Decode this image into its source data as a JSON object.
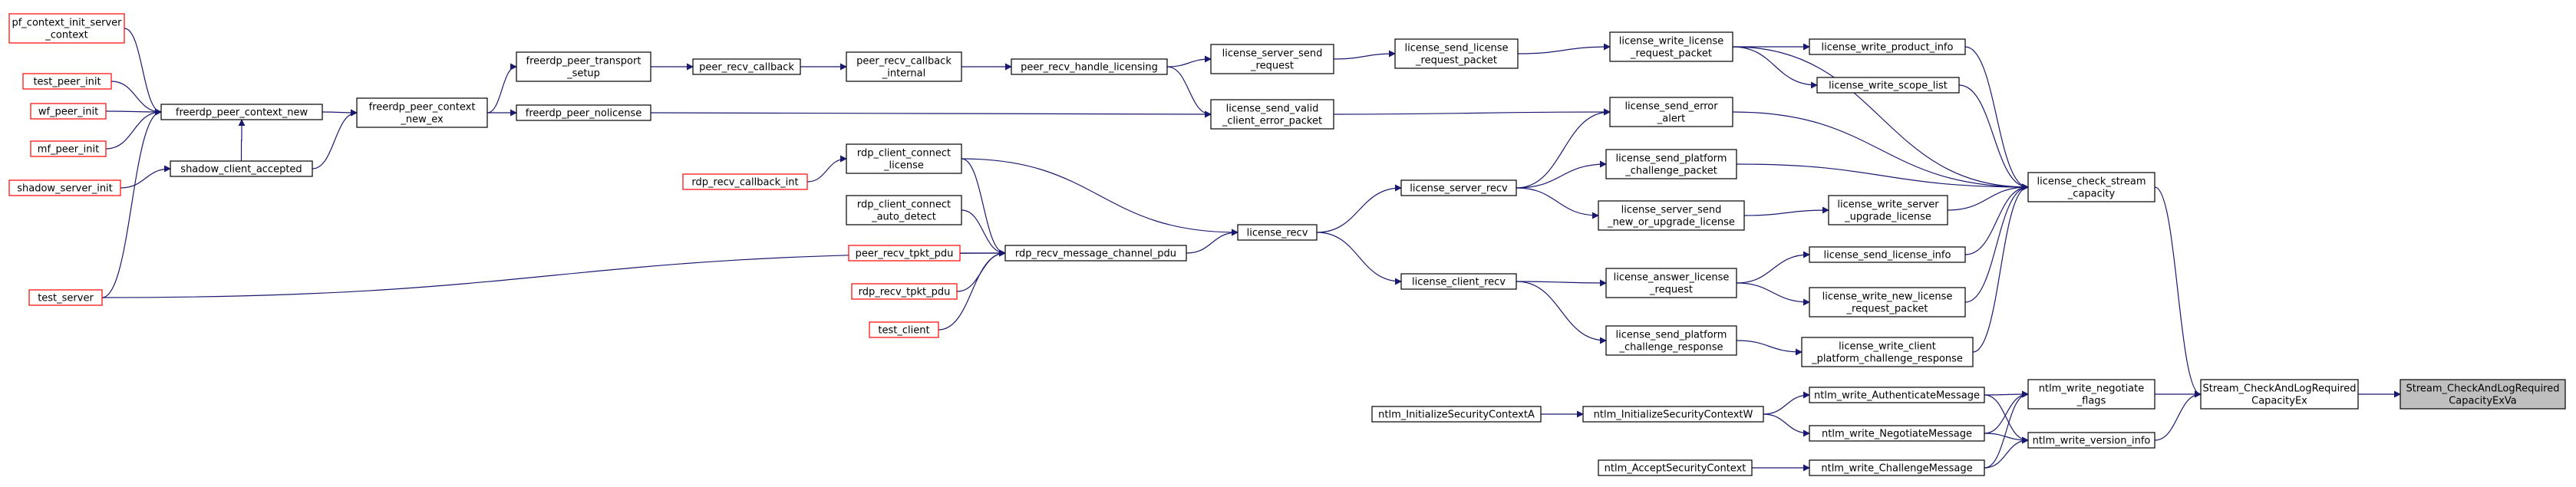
{
  "colors": {
    "edge": "#191970",
    "external_border": "#ff0000",
    "highlight_fill": "#bfbfbf"
  },
  "nodes": {
    "pf_ctx": {
      "lines": [
        "pf_context_init_server",
        "_context"
      ]
    },
    "test_peer_init": {
      "lines": [
        "test_peer_init"
      ]
    },
    "wf_peer_init": {
      "lines": [
        "wf_peer_init"
      ]
    },
    "mf_peer_init": {
      "lines": [
        "mf_peer_init"
      ]
    },
    "shadow_server_init": {
      "lines": [
        "shadow_server_init"
      ]
    },
    "test_server": {
      "lines": [
        "test_server"
      ]
    },
    "peer_ctx_new": {
      "lines": [
        "freerdp_peer_context_new"
      ]
    },
    "shadow_client_accepted": {
      "lines": [
        "shadow_client_accepted"
      ]
    },
    "peer_ctx_new_ex": {
      "lines": [
        "freerdp_peer_context",
        "_new_ex"
      ]
    },
    "peer_transport_setup": {
      "lines": [
        "freerdp_peer_transport",
        "_setup"
      ]
    },
    "peer_nolicense": {
      "lines": [
        "freerdp_peer_nolicense"
      ]
    },
    "peer_recv_callback": {
      "lines": [
        "peer_recv_callback"
      ]
    },
    "peer_recv_callback_internal": {
      "lines": [
        "peer_recv_callback",
        "_internal"
      ]
    },
    "peer_recv_handle_licensing": {
      "lines": [
        "peer_recv_handle_licensing"
      ]
    },
    "rdp_recv_callback_int": {
      "lines": [
        "rdp_recv_callback_int"
      ]
    },
    "rdp_client_connect_license": {
      "lines": [
        "rdp_client_connect",
        "_license"
      ]
    },
    "rdp_client_connect_auto_detect": {
      "lines": [
        "rdp_client_connect",
        "_auto_detect"
      ]
    },
    "peer_recv_tpkt_pdu": {
      "lines": [
        "peer_recv_tpkt_pdu"
      ]
    },
    "rdp_recv_tpkt_pdu": {
      "lines": [
        "rdp_recv_tpkt_pdu"
      ]
    },
    "test_client": {
      "lines": [
        "test_client"
      ]
    },
    "rdp_recv_message_channel_pdu": {
      "lines": [
        "rdp_recv_message_channel_pdu"
      ]
    },
    "license_server_send_request": {
      "lines": [
        "license_server_send",
        "_request"
      ]
    },
    "license_send_valid_client_error_packet": {
      "lines": [
        "license_send_valid",
        "_client_error_packet"
      ]
    },
    "license_recv": {
      "lines": [
        "license_recv"
      ]
    },
    "license_send_license_request_packet": {
      "lines": [
        "license_send_license",
        "_request_packet"
      ]
    },
    "license_server_recv": {
      "lines": [
        "license_server_recv"
      ]
    },
    "license_client_recv": {
      "lines": [
        "license_client_recv"
      ]
    },
    "license_write_license_request_packet": {
      "lines": [
        "license_write_license",
        "_request_packet"
      ]
    },
    "license_send_error_alert": {
      "lines": [
        "license_send_error",
        "_alert"
      ]
    },
    "license_send_platform_challenge_packet": {
      "lines": [
        "license_send_platform",
        "_challenge_packet"
      ]
    },
    "license_server_send_new_or_upgrade_license": {
      "lines": [
        "license_server_send",
        "_new_or_upgrade_license"
      ]
    },
    "license_answer_license_request": {
      "lines": [
        "license_answer_license",
        "_request"
      ]
    },
    "license_send_platform_challenge_response": {
      "lines": [
        "license_send_platform",
        "_challenge_response"
      ]
    },
    "license_write_product_info": {
      "lines": [
        "license_write_product_info"
      ]
    },
    "license_write_scope_list": {
      "lines": [
        "license_write_scope_list"
      ]
    },
    "license_write_server_upgrade_license": {
      "lines": [
        "license_write_server",
        "_upgrade_license"
      ]
    },
    "license_send_license_info": {
      "lines": [
        "license_send_license_info"
      ]
    },
    "license_write_new_license_request_packet": {
      "lines": [
        "license_write_new_license",
        "_request_packet"
      ]
    },
    "license_write_client_platform_challenge_response": {
      "lines": [
        "license_write_client",
        "_platform_challenge_response"
      ]
    },
    "license_check_stream_capacity": {
      "lines": [
        "license_check_stream",
        "_capacity"
      ]
    },
    "ntlm_InitializeSecurityContextA": {
      "lines": [
        "ntlm_InitializeSecurityContextA"
      ]
    },
    "ntlm_InitializeSecurityContextW": {
      "lines": [
        "ntlm_InitializeSecurityContextW"
      ]
    },
    "ntlm_AcceptSecurityContext": {
      "lines": [
        "ntlm_AcceptSecurityContext"
      ]
    },
    "ntlm_write_AuthenticateMessage": {
      "lines": [
        "ntlm_write_AuthenticateMessage"
      ]
    },
    "ntlm_write_NegotiateMessage": {
      "lines": [
        "ntlm_write_NegotiateMessage"
      ]
    },
    "ntlm_write_ChallengeMessage": {
      "lines": [
        "ntlm_write_ChallengeMessage"
      ]
    },
    "ntlm_write_negotiate_flags": {
      "lines": [
        "ntlm_write_negotiate",
        "_flags"
      ]
    },
    "ntlm_write_version_info": {
      "lines": [
        "ntlm_write_version_info"
      ]
    },
    "stream_check_required_capacity_ex": {
      "lines": [
        "Stream_CheckAndLogRequired",
        "CapacityEx"
      ]
    },
    "stream_check_required_capacity_exva": {
      "lines": [
        "Stream_CheckAndLogRequired",
        "CapacityExVa"
      ]
    }
  }
}
